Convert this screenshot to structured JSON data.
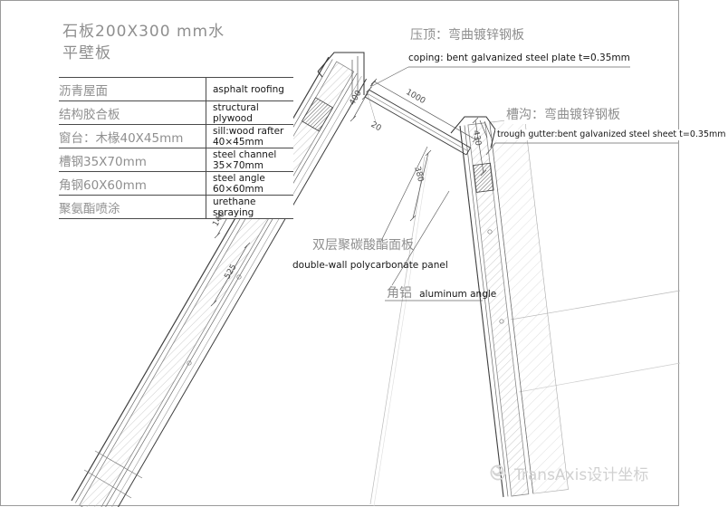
{
  "header": {
    "line1": "石板200X300 mm水",
    "line2": "平壁板"
  },
  "legend": {
    "rows": [
      {
        "cn": "沥青屋面",
        "en": "asphalt roofing"
      },
      {
        "cn": "结构胶合板",
        "en": "structural plywood"
      },
      {
        "cn": "窗台：木椽40X45mm",
        "en": "sill:wood rafter 40×45mm"
      },
      {
        "cn": "槽钢35X70mm",
        "en": "steel channel 35×70mm"
      },
      {
        "cn": "角钢60X60mm",
        "en": "steel angle 60×60mm"
      },
      {
        "cn": "聚氨酯喷涂",
        "en": "urethane spraying"
      }
    ]
  },
  "callouts": {
    "coping": {
      "cn": "压顶：弯曲镀锌钢板",
      "en": "coping: bent galvanized steel plate t=0.35mm"
    },
    "gutter": {
      "cn": "槽沟：弯曲镀锌钢板",
      "en": "trough gutter:bent galvanized steel sheet t=0.35mm"
    },
    "polycarbonate": {
      "cn": "双层聚碳酸酯面板",
      "en": "double-wall polycarbonate panel"
    },
    "aluminum": {
      "cn": "角铝",
      "en": "aluminum angle"
    }
  },
  "dimensions": {
    "d400": "400",
    "d1000": "1000",
    "d20": "20",
    "d380": "380",
    "d430": "430",
    "d140": "140",
    "d525": "525"
  },
  "watermark": {
    "text": "TransAxis设计坐标"
  },
  "colors": {
    "line": "#444444",
    "hatch": "#b5b5b5",
    "cjk_text": "#8f8f8f",
    "en_text": "#161616",
    "watermark": "#d0d0d0"
  }
}
